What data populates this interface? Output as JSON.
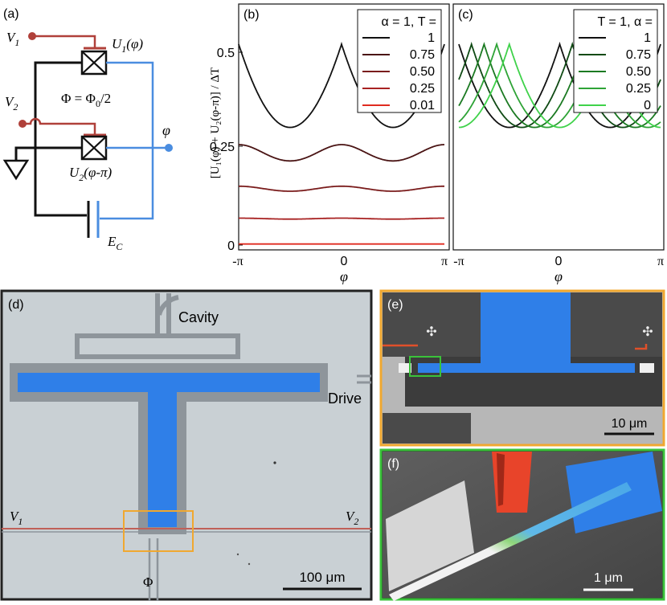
{
  "panels": {
    "a": {
      "label": "(a)",
      "v1": "V",
      "v1_sub": "1",
      "v2": "V",
      "v2_sub": "2",
      "u1": "U",
      "u1_sub": "1",
      "u1_arg": "(φ)",
      "u2": "U",
      "u2_sub": "2",
      "u2_arg": "(φ-π)",
      "flux": "Φ = Φ",
      "flux_sub": "0",
      "flux_tail": "/2",
      "phi": "φ",
      "ec": "E",
      "ec_sub": "C"
    },
    "b": {
      "label": "(b)"
    },
    "c": {
      "label": "(c)"
    },
    "d": {
      "label": "(d)",
      "cavity": "Cavity",
      "drive": "Drive",
      "v1": "V",
      "v1_sub": "1",
      "v2": "V",
      "v2_sub": "2",
      "flux": "Φ",
      "scale": "100 μm"
    },
    "e": {
      "label": "(e)",
      "scale": "10 μm"
    },
    "f": {
      "label": "(f)",
      "scale": "1 μm"
    }
  },
  "axes": {
    "ylabel": "[U₁(φ) + U₂(φ-π)] / ΔT",
    "xlabel": "φ",
    "xticks": [
      "-π",
      "0",
      "π"
    ],
    "xticks_c": [
      "-π",
      "0",
      "π"
    ],
    "yticks": [
      "0",
      "0.25",
      "0.5"
    ]
  },
  "chart_data": [
    {
      "type": "line",
      "panel": "b",
      "x_range": [
        -3.14159,
        3.14159
      ],
      "ylim": [
        0,
        0.6
      ],
      "legend_title": "α = 1, T =",
      "legend_placement": "top-right",
      "series": [
        {
          "name": "1",
          "T": 1,
          "alpha": 1,
          "color": "#111111"
        },
        {
          "name": "0.75",
          "T": 0.75,
          "alpha": 1,
          "color": "#4a1414"
        },
        {
          "name": "0.50",
          "T": 0.5,
          "alpha": 1,
          "color": "#7a1c1c"
        },
        {
          "name": "0.25",
          "T": 0.25,
          "alpha": 1,
          "color": "#a82222"
        },
        {
          "name": "0.01",
          "T": 0.01,
          "alpha": 1,
          "color": "#e02b20"
        }
      ]
    },
    {
      "type": "line",
      "panel": "c",
      "x_range": [
        -3.14159,
        3.14159
      ],
      "ylim": [
        0,
        0.6
      ],
      "legend_title": "T = 1, α =",
      "legend_placement": "top-right",
      "series": [
        {
          "name": "1",
          "T": 1,
          "alpha": 1,
          "color": "#111111"
        },
        {
          "name": "0.75",
          "T": 1,
          "alpha": 0.75,
          "color": "#0f4a14"
        },
        {
          "name": "0.50",
          "T": 1,
          "alpha": 0.5,
          "color": "#1b7a22"
        },
        {
          "name": "0.25",
          "T": 1,
          "alpha": 0.25,
          "color": "#2ea336"
        },
        {
          "name": "0",
          "T": 1,
          "alpha": 0,
          "color": "#3fd24a"
        }
      ]
    }
  ]
}
